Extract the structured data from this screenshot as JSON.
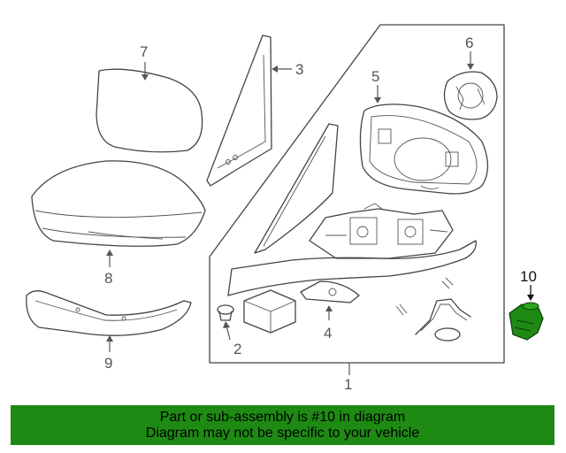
{
  "callouts": {
    "c1": "1",
    "c2": "2",
    "c3": "3",
    "c4": "4",
    "c5": "5",
    "c6": "6",
    "c7": "7",
    "c8": "8",
    "c9": "9",
    "c10": "10"
  },
  "highlight_color": "#1e8a14",
  "banner": {
    "line1": "Part or sub-assembly is #10 in diagram",
    "line2": "Diagram may not be specific to your vehicle",
    "background": "#1e8a14"
  }
}
